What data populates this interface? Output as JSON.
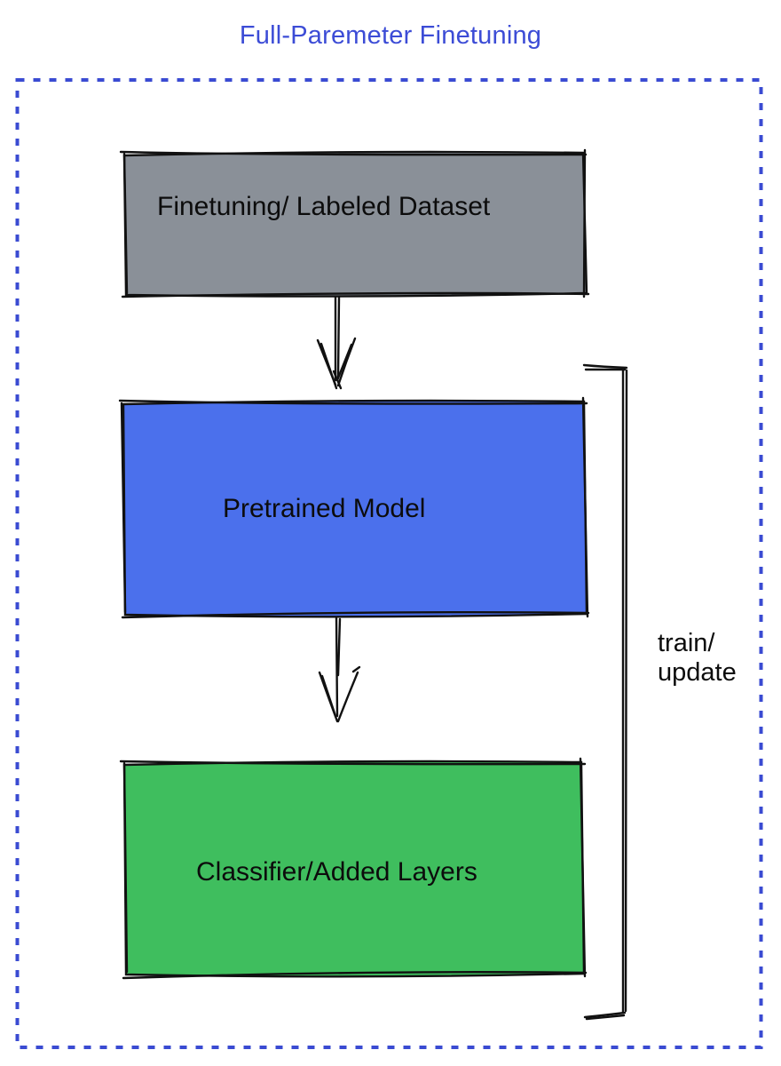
{
  "title": "Full-Paremeter Finetuning",
  "boxes": {
    "dataset": {
      "label": "Finetuning/ Labeled Dataset",
      "fill": "#8A9098"
    },
    "pretrained": {
      "label": "Pretrained Model",
      "fill": "#4B70EC"
    },
    "classifier": {
      "label": "Classifier/Added Layers",
      "fill": "#3FBE5E"
    }
  },
  "bracket_label": "train/\nupdate",
  "colors": {
    "title_text": "#3C4CD6",
    "dotted_border": "#3A4BD2",
    "sketch_stroke": "#111111",
    "box_text": "#0c0c0c"
  },
  "connections": [
    {
      "from": "dataset",
      "to": "pretrained",
      "type": "arrow"
    },
    {
      "from": "pretrained",
      "to": "classifier",
      "type": "arrow"
    },
    {
      "from": "classifier",
      "to": "pretrained",
      "type": "bracket",
      "label": "train/ update"
    }
  ]
}
